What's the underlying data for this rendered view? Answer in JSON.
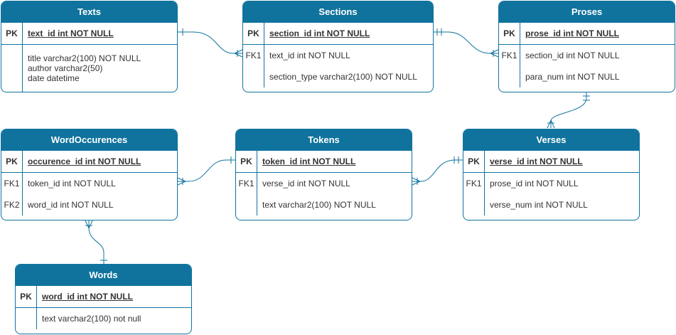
{
  "entities": {
    "texts": {
      "title": "Texts",
      "pk_label": "PK",
      "pk_field": "text_id int NOT NULL",
      "fields": [
        "title varchar2(100) NOT NULL",
        "author varchar2(50)",
        "date datetime"
      ]
    },
    "sections": {
      "title": "Sections",
      "pk_label": "PK",
      "pk_field": "section_id int NOT NULL",
      "fk1_label": "FK1",
      "fk1_field": "text_id int NOT NULL",
      "field": "section_type varchar2(100) NOT NULL"
    },
    "proses": {
      "title": "Proses",
      "pk_label": "PK",
      "pk_field": "prose_id int NOT NULL",
      "fk1_label": "FK1",
      "fk1_field": "section_id int NOT NULL",
      "field": "para_num int NOT NULL"
    },
    "word_occurences": {
      "title": "WordOccurences",
      "pk_label": "PK",
      "pk_field": "occurence_id int NOT NULL",
      "fk1_label": "FK1",
      "fk1_field": "token_id int NOT NULL",
      "fk2_label": "FK2",
      "fk2_field": "word_id int NOT NULL"
    },
    "tokens": {
      "title": "Tokens",
      "pk_label": "PK",
      "pk_field": "token_id int NOT NULL",
      "fk1_label": "FK1",
      "fk1_field": "verse_id int NOT NULL",
      "field": "text varchar2(100) NOT NULL"
    },
    "verses": {
      "title": "Verses",
      "pk_label": "PK",
      "pk_field": "verse_id int NOT NULL",
      "fk1_label": "FK1",
      "fk1_field": "prose_id int NOT NULL",
      "field": "verse_num int NOT NULL"
    },
    "words": {
      "title": "Words",
      "pk_label": "PK",
      "pk_field": "word_id int NOT NULL",
      "field": "text varchar2(100) not null"
    }
  },
  "colors": {
    "entity_header": "#10739e",
    "header_text": "#ffffff",
    "body_text": "#333333"
  }
}
